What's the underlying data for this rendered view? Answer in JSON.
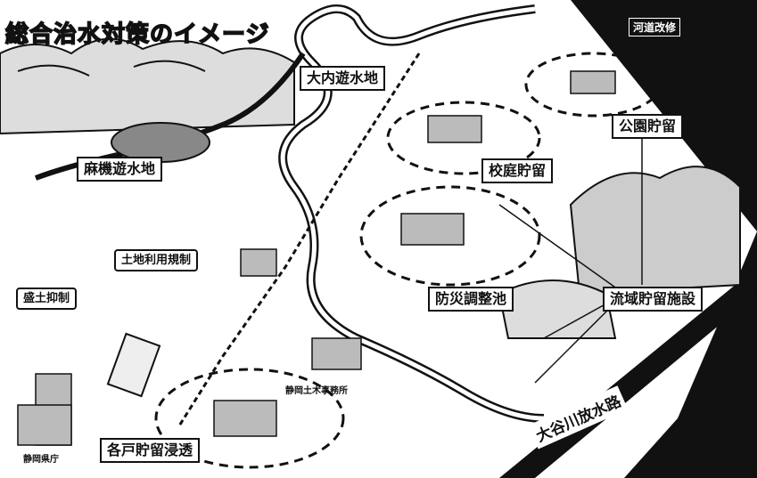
{
  "map": {
    "title": "総合治水対策のイメージ",
    "badge": "河道改修",
    "outlet_label": "大谷川放水路",
    "labels": {
      "ouchi_basin": "大内遊水地",
      "park_storage": "公園貯留",
      "school_storage": "校庭貯留",
      "asahata_basin": "麻機遊水地",
      "land_use": "土地利用規制",
      "soil_control": "盛土抑制",
      "disaster_pond": "防災調整池",
      "basin_storage": "流域貯留施設",
      "household_storage": "各戸貯留浸透"
    },
    "small_labels": {
      "civil_office": "静岡土木事務所",
      "prefecture_office": "静岡県庁"
    }
  }
}
